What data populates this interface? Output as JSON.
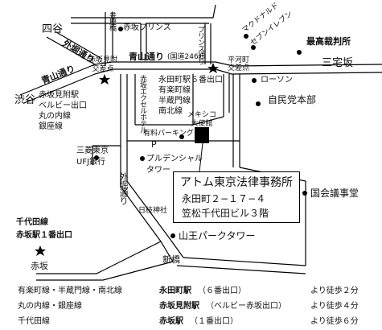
{
  "map": {
    "labels": {
      "yotsuya": "四谷",
      "sotobori_st_top": "外堀通り",
      "akasaka_mitsuke_cross": "赤坂見附\n交差点",
      "aoyama_dori_left": "青山通り",
      "shibuya": "渋谷",
      "akasaka_mitsuke_st": "赤坂見附駅\nベルビー出口\n丸の内線\n銀座線",
      "bentenbashi": "弁慶橋",
      "akasaka_prince": "赤坂プリンス",
      "prince_dori": "プリンス通り",
      "aoyama_dori_main": "青山通り",
      "route246": "(国道246)",
      "hirakawacho_cross": "平河町\n交差点",
      "mcdonalds": "マクドナルド",
      "seven_eleven": "セブンイレブン",
      "supreme_court": "最高裁判所",
      "miyakezaka": "三宅坂",
      "lawson": "ローソン",
      "ldp_hq": "自民党本部",
      "excel_hotel": "赤坂エクセルホテル",
      "nagatacho_st": "永田町駅６番出口\n有楽町線\n半蔵門線\n南北線",
      "mexico_embassy": "メキシコ\n大使館",
      "parking": "有料パーキング",
      "parking_p": "P",
      "mufg": "三菱東京\nUFJ銀行",
      "prudential": "プルデンシャル\nタワー",
      "sotobori_dori": "外堀通り",
      "hie_shrine": "日枝神社",
      "sanno_park_tower": "山王パークタワー",
      "national_diet": "国会議事堂",
      "chiyoda_line": "千代田線",
      "akasaka_exit1": "赤坂駅１番出口",
      "akasaka": "赤坂",
      "shinbashi": "新橋"
    },
    "office": {
      "name": "アトム東京法律事務所",
      "address": "永田町２−１７−４",
      "building": "笠松千代田ビル３階"
    },
    "icons": [
      "station-star-icon",
      "poi-dot-icon",
      "office-building-icon"
    ]
  },
  "access": [
    {
      "lines": "有楽町線・半蔵門線・南北線",
      "station": "永田町駅",
      "exit": "（６番出口）",
      "time": "より徒歩２分"
    },
    {
      "lines": "丸の内線・銀座線",
      "station": "赤坂見附駅",
      "exit": "（ベルビー赤坂出口）",
      "time": "より徒歩４分"
    },
    {
      "lines": "千代田線",
      "station": "赤坂駅",
      "exit": "（１番出口）",
      "time": "より徒歩６分"
    }
  ]
}
